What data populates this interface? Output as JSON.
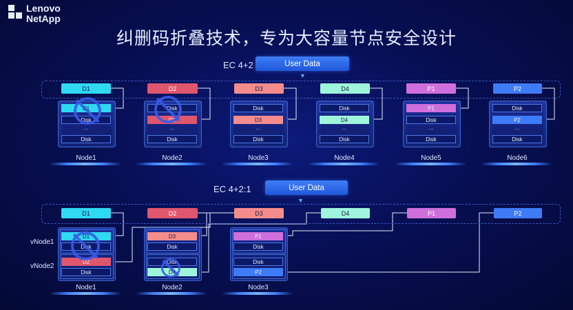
{
  "brand": {
    "line1": "Lenovo",
    "line2": "NetApp",
    "logo_icon": "lenovo-netapp-squares"
  },
  "title": "纠删码折叠技术，专为大容量节点安全设计",
  "colors": {
    "d1": "#2fd9f2",
    "d2": "#e0566d",
    "d3": "#f48c8c",
    "d4": "#9ef5dc",
    "p1": "#cf6fdc",
    "p2": "#3e7bf6",
    "accent": "#2f6cf0"
  },
  "ec42": {
    "label": "EC 4+2",
    "button": "User Data",
    "chunks": [
      "D1",
      "D2",
      "D3",
      "D4",
      "P1",
      "P2"
    ],
    "nodes": [
      {
        "name": "Node1",
        "slots": [
          "D1",
          "Disk",
          "...",
          "Disk"
        ],
        "failed": true
      },
      {
        "name": "Node2",
        "slots": [
          "Disk",
          "D2",
          "...",
          "Disk"
        ],
        "failed": true
      },
      {
        "name": "Node3",
        "slots": [
          "Disk",
          "D3",
          "...",
          "Disk"
        ],
        "failed": false
      },
      {
        "name": "Node4",
        "slots": [
          "Disk",
          "D4",
          "...",
          "Disk"
        ],
        "failed": false
      },
      {
        "name": "Node5",
        "slots": [
          "P1",
          "Disk",
          "...",
          "Disk"
        ],
        "failed": false
      },
      {
        "name": "Node6",
        "slots": [
          "Disk",
          "P2",
          "...",
          "Disk"
        ],
        "failed": false
      }
    ]
  },
  "ec421": {
    "label": "EC 4+2:1",
    "button": "User Data",
    "chunks": [
      "D1",
      "D2",
      "D3",
      "D4",
      "P1",
      "P2"
    ],
    "vnode_labels": [
      "vNode1",
      "vNode2"
    ],
    "nodes": [
      {
        "name": "Node1",
        "slots": [
          "D1",
          "Disk",
          "D2",
          "Disk"
        ]
      },
      {
        "name": "Node2",
        "slots": [
          "D3",
          "Disk",
          "Disk",
          "D4"
        ]
      },
      {
        "name": "Node3",
        "slots": [
          "P1",
          "Disk",
          "Disk",
          "P2"
        ]
      }
    ]
  }
}
